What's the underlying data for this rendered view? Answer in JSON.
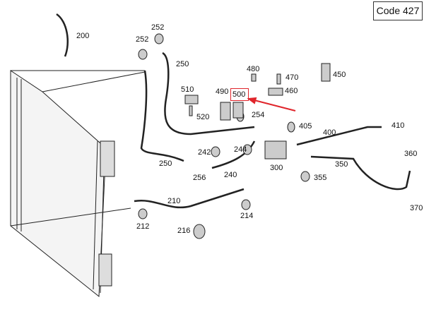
{
  "code_label": "Code 427",
  "highlighted_part": "500",
  "highlight_color": "#e0252b",
  "labels": [
    "200",
    "252",
    "252",
    "250",
    "480",
    "470",
    "450",
    "510",
    "490",
    "500",
    "460",
    "520",
    "254",
    "405",
    "400",
    "410",
    "242",
    "244",
    "250",
    "256",
    "240",
    "300",
    "350",
    "360",
    "355",
    "210",
    "214",
    "212",
    "216",
    "370"
  ]
}
